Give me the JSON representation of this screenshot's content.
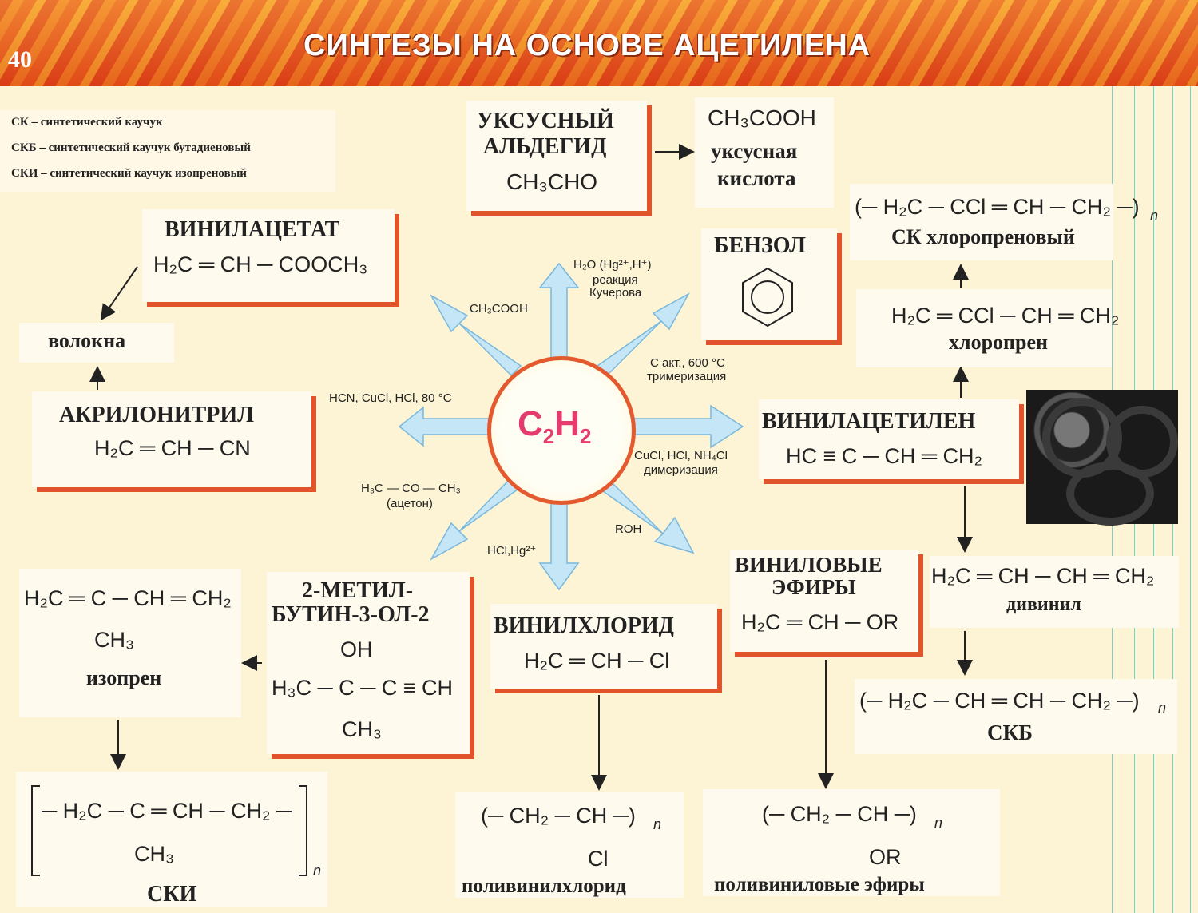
{
  "page_number": "40",
  "title": "СИНТЕЗЫ НА ОСНОВЕ АЦЕТИЛЕНА",
  "legend": [
    "СК – синтетический каучук",
    "СКБ – синтетический каучук бутадиеновый",
    "СКИ – синтетический каучук изопреновый"
  ],
  "center": {
    "main": "C",
    "sub1": "2",
    "main2": "H",
    "sub2": "2"
  },
  "arrow_conditions": {
    "kucherov_1": "H₂O (Hg²⁺,H⁺)",
    "kucherov_2": "реакция",
    "kucherov_3": "Кучерова",
    "acetic_acid": "CH₃COOH",
    "benzene_1": "C акт., 600 °C",
    "benzene_2": "тримеризация",
    "hcn": "HCN, CuCl, HCl, 80 °C",
    "dimer_1": "CuCl, HCl, NH₄Cl",
    "dimer_2": "димеризация",
    "acetone_1": "H₃C — CO — CH₃",
    "acetone_2": "(ацетон)",
    "roh": "ROH",
    "hcl": "HCl,Hg²⁺"
  },
  "nodes": {
    "acetaldehyde": {
      "name1": "УКСУСНЫЙ",
      "name2": "АЛЬДЕГИД",
      "formula": "CH₃CHO"
    },
    "acetic_acid": {
      "formula": "CH₃COOH",
      "name1": "уксусная",
      "name2": "кислота"
    },
    "benzene": {
      "name": "БЕНЗОЛ"
    },
    "vinyl_acetate": {
      "name": "ВИНИЛАЦЕТАТ",
      "formula": "H₂C ═ CH ─ COOCH₃"
    },
    "fibers": {
      "name": "волокна"
    },
    "acrylonitrile": {
      "name": "АКРИЛОНИТРИЛ",
      "formula": "H₂C ═ CH ─ CN"
    },
    "chloroprene_rubber": {
      "formula": "(─ H₂C ─ CCl ═ CH ─ CH₂ ─)",
      "n": "n",
      "name": "СК хлоропреновый"
    },
    "chloroprene": {
      "formula": "H₂C ═ CCl ─ CH ═ CH₂",
      "name": "хлоропрен"
    },
    "vinylacetylene": {
      "name": "ВИНИЛАЦЕТИЛЕН",
      "formula": "HC ≡ C ─ CH ═ CH₂"
    },
    "divinyl": {
      "formula": "H₂C ═ CH ─ CH ═ CH₂",
      "name": "дивинил"
    },
    "skb": {
      "formula": "(─ H₂C ─ CH ═ CH ─ CH₂ ─)",
      "n": "n",
      "name": "СКБ"
    },
    "vinyl_ethers": {
      "name1": "ВИНИЛОВЫЕ",
      "name2": "ЭФИРЫ",
      "formula": "H₂C ═ CH ─ OR"
    },
    "polyvinyl_ethers": {
      "formula": "(─ CH₂ ─ CH ─)",
      "n": "n",
      "sub": "OR",
      "name": "поливиниловые эфиры"
    },
    "vinyl_chloride": {
      "name": "ВИНИЛХЛОРИД",
      "formula": "H₂C ═ CH ─ Cl"
    },
    "pvc": {
      "formula": "(─ CH₂ ─ CH ─)",
      "n": "n",
      "sub": "Cl",
      "name": "поливинилхлорид"
    },
    "methylbutynol": {
      "name1": "2-МЕТИЛ-",
      "name2": "БУТИН-3-ОЛ-2",
      "top": "OH",
      "formula": "H₃C ─ C ─ C ≡ CH",
      "bottom": "CH₃"
    },
    "isoprene": {
      "formula": "H₂C ═ C ─ CH ═ CH₂",
      "sub": "CH₃",
      "name": "изопрен"
    },
    "ski": {
      "formula": "─ H₂C ─ C ═ CH ─ CH₂ ─",
      "sub": "CH₃",
      "n": "n",
      "name": "СКИ"
    }
  },
  "colors": {
    "accent": "#e0532b",
    "arrow": "#bfe3f5",
    "center_text": "#e63b6e",
    "grid": "#49c5d0",
    "background": "#fcf4d4"
  }
}
